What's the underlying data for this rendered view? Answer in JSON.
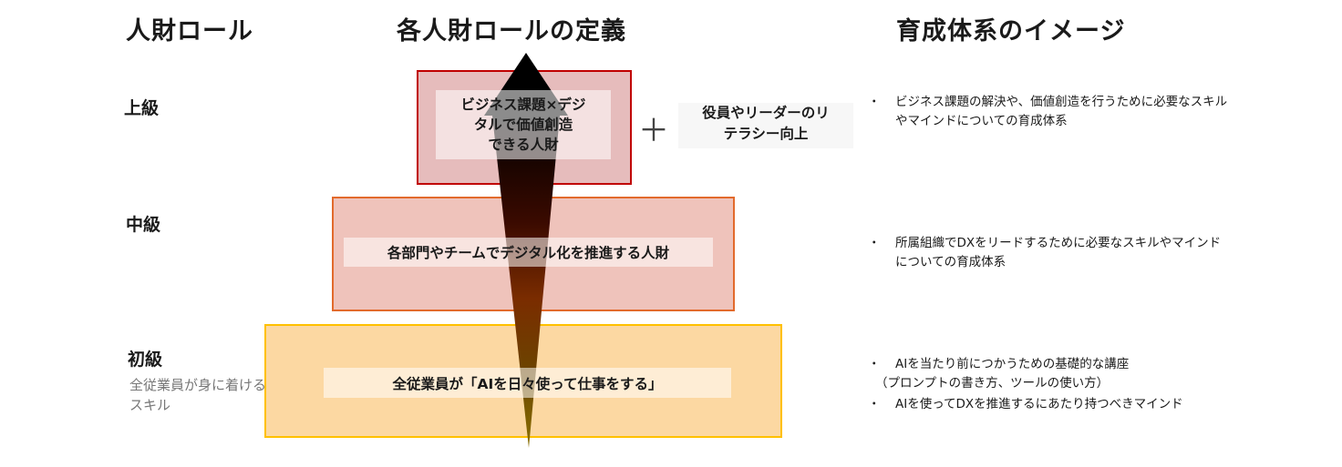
{
  "headings": {
    "roles": "人財ロール",
    "definitions": "各人財ロールの定義",
    "training": "育成体系のイメージ"
  },
  "levels": {
    "upper": "上級",
    "middle": "中級",
    "basic": "初級",
    "basic_sub": "全従業員が身に着けるスキル"
  },
  "tiers": {
    "upper_label": "ビジネス課題×デジ\nタルで価値創造\nできる人財",
    "middle_label": "各部門やチームでデジタル化を推進する人財",
    "basic_label": "全従業員が「AIを日々使って仕事をする」"
  },
  "plus_sign": "＋",
  "literacy_text": "役員やリーダーのリ\nテラシー向上",
  "descriptions": {
    "upper": [
      {
        "bullet": "・",
        "text": "ビジネス課題の解決や、価値創造を行うために必要なスキルやマインドについての育成体系"
      }
    ],
    "middle": [
      {
        "bullet": "・",
        "text": "所属組織でDXをリードするために必要なスキルやマインドについての育成体系"
      }
    ],
    "basic": {
      "line1": {
        "bullet": "・",
        "text": "AIを当たり前につかうための基礎的な講座"
      },
      "line2": "（プロンプトの書き方、ツールの使い方）",
      "line3": {
        "bullet": "・",
        "text": "AIを使ってDXを推進するにあたり持つべきマインド"
      }
    }
  },
  "colors": {
    "upper_border": "#c00000",
    "middle_border": "#e26a2c",
    "basic_border": "#ffc000",
    "arrow_top": "#000000",
    "arrow_mid": "#7a2c00",
    "arrow_bottom": "#8a7000"
  }
}
